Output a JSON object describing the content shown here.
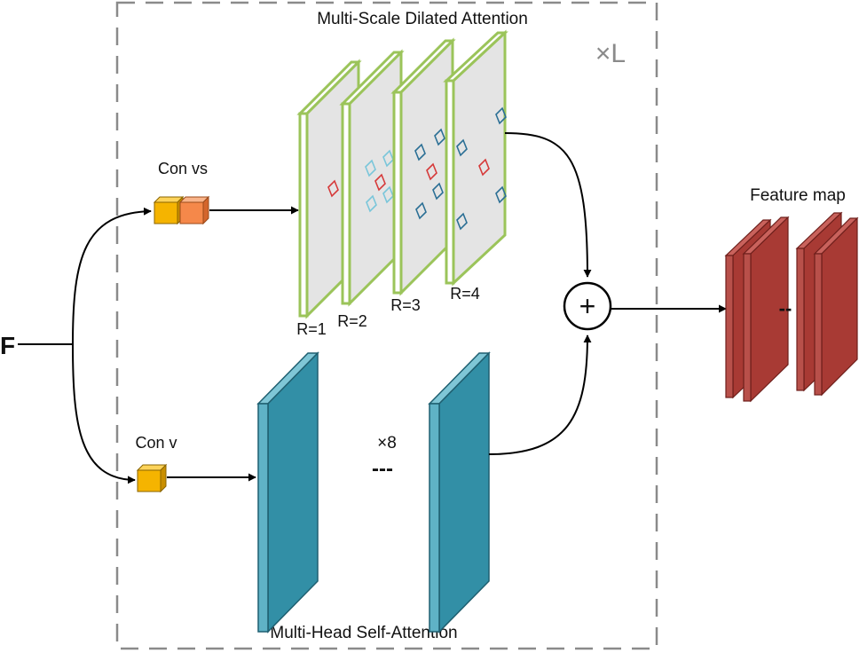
{
  "labels": {
    "input": "F",
    "repeat": "×L",
    "msda_title": "Multi-Scale Dilated Attention",
    "mhsa_title": "Multi-Head Self-Attention",
    "convs": "Con vs",
    "conv": "Con v",
    "feature_map": "Feature map",
    "heads_count": "×8",
    "plus": "+",
    "ellipsis": "---",
    "fm_ellipsis": "--",
    "rates": [
      "R=1",
      "R=2",
      "R=3",
      "R=4"
    ]
  },
  "colors": {
    "msda_plane_fill": "#e4e4e4",
    "msda_plane_edge": "#9bc45a",
    "mhsa_plane_fill": "#328fa6",
    "mhsa_plane_edge": "#1f5f70",
    "feature_fill": "#a83a34",
    "feature_edge": "#6e1f1b",
    "conv_yellow": "#f5b400",
    "conv_orange": "#f5884a",
    "dash_border": "#8a8a8a",
    "marker_red": "#d63a3a",
    "marker_light_blue": "#7ac6da",
    "marker_dark_blue": "#2b6f95"
  }
}
